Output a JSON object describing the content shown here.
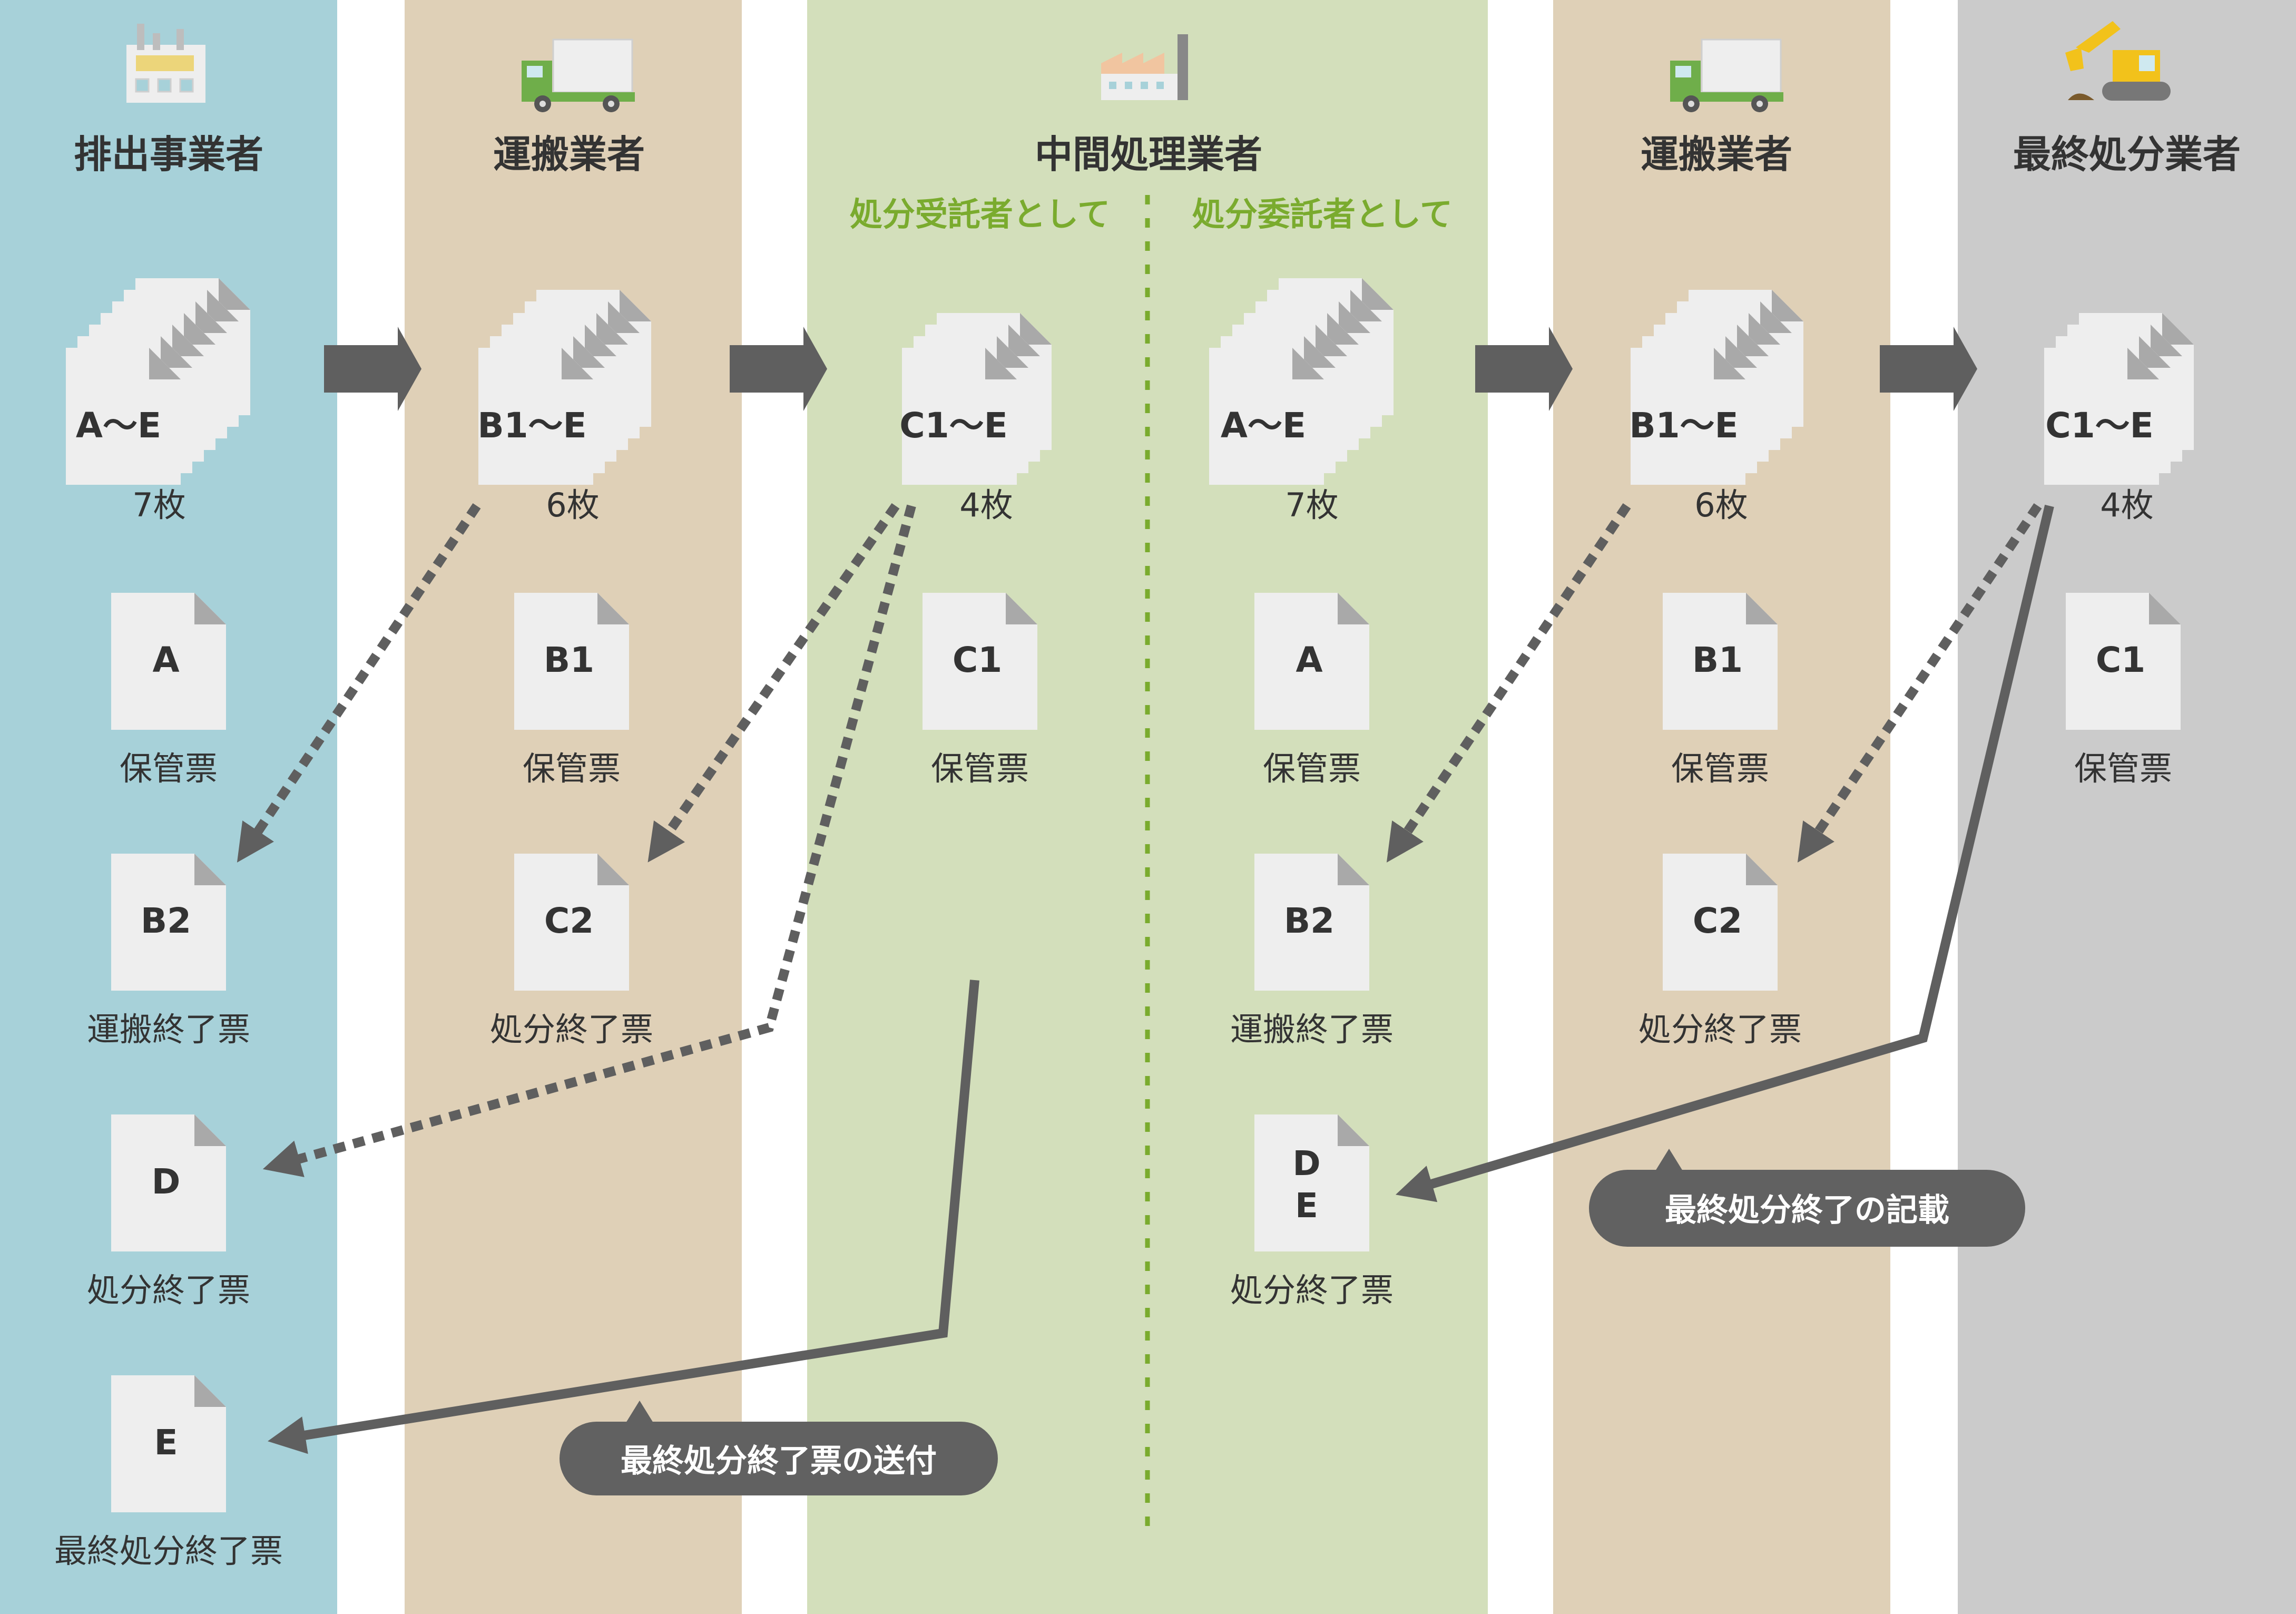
{
  "colors": {
    "emitter_bg": "#a7d1d9",
    "carrier_bg": "#dfd0b7",
    "intermediate_bg": "#d3dfbb",
    "final_bg": "#cbcbcb",
    "arrow": "#5f5f5f",
    "accent_green": "#7aab2e",
    "callout_bg": "#616161",
    "paper": "#eeeeee",
    "paper_fold": "#a9a9a9",
    "text": "#333333"
  },
  "icons": [
    "factory-icon",
    "truck-icon",
    "plant-icon",
    "excavator-icon"
  ],
  "columns": [
    {
      "id": "emitter",
      "title": "排出事業者"
    },
    {
      "id": "carrier1",
      "title": "運搬業者"
    },
    {
      "id": "intermediate",
      "title": "中間処理業者",
      "sub_left": "処分受託者として",
      "sub_right": "処分委託者として"
    },
    {
      "id": "carrier2",
      "title": "運搬業者"
    },
    {
      "id": "final",
      "title": "最終処分業者"
    }
  ],
  "stacks": [
    {
      "label": "A～E",
      "count": "7枚"
    },
    {
      "label": "B1～E",
      "count": "6枚"
    },
    {
      "label": "C1～E",
      "count": "4枚"
    },
    {
      "label": "A～E",
      "count": "7枚"
    },
    {
      "label": "B1～E",
      "count": "6枚"
    },
    {
      "label": "C1～E",
      "count": "4枚"
    }
  ],
  "slips": {
    "emitter1": [
      {
        "code": "A",
        "name": "保管票"
      },
      {
        "code": "B2",
        "name": "運搬終了票"
      },
      {
        "code": "D",
        "name": "処分終了票"
      },
      {
        "code": "E",
        "name": "最終処分終了票"
      }
    ],
    "carrier1": [
      {
        "code": "B1",
        "name": "保管票"
      },
      {
        "code": "C2",
        "name": "処分終了票"
      }
    ],
    "inter_left": [
      {
        "code": "C1",
        "name": "保管票"
      }
    ],
    "inter_right": [
      {
        "code": "A",
        "name": "保管票"
      },
      {
        "code": "B2",
        "name": "運搬終了票"
      },
      {
        "code": "D",
        "code2": "E",
        "name": "処分終了票"
      }
    ],
    "carrier2": [
      {
        "code": "B1",
        "name": "保管票"
      },
      {
        "code": "C2",
        "name": "処分終了票"
      }
    ],
    "final": [
      {
        "code": "C1",
        "name": "保管票"
      }
    ]
  },
  "callouts": {
    "send": "最終処分終了票の送付",
    "record": "最終処分終了の記載"
  }
}
